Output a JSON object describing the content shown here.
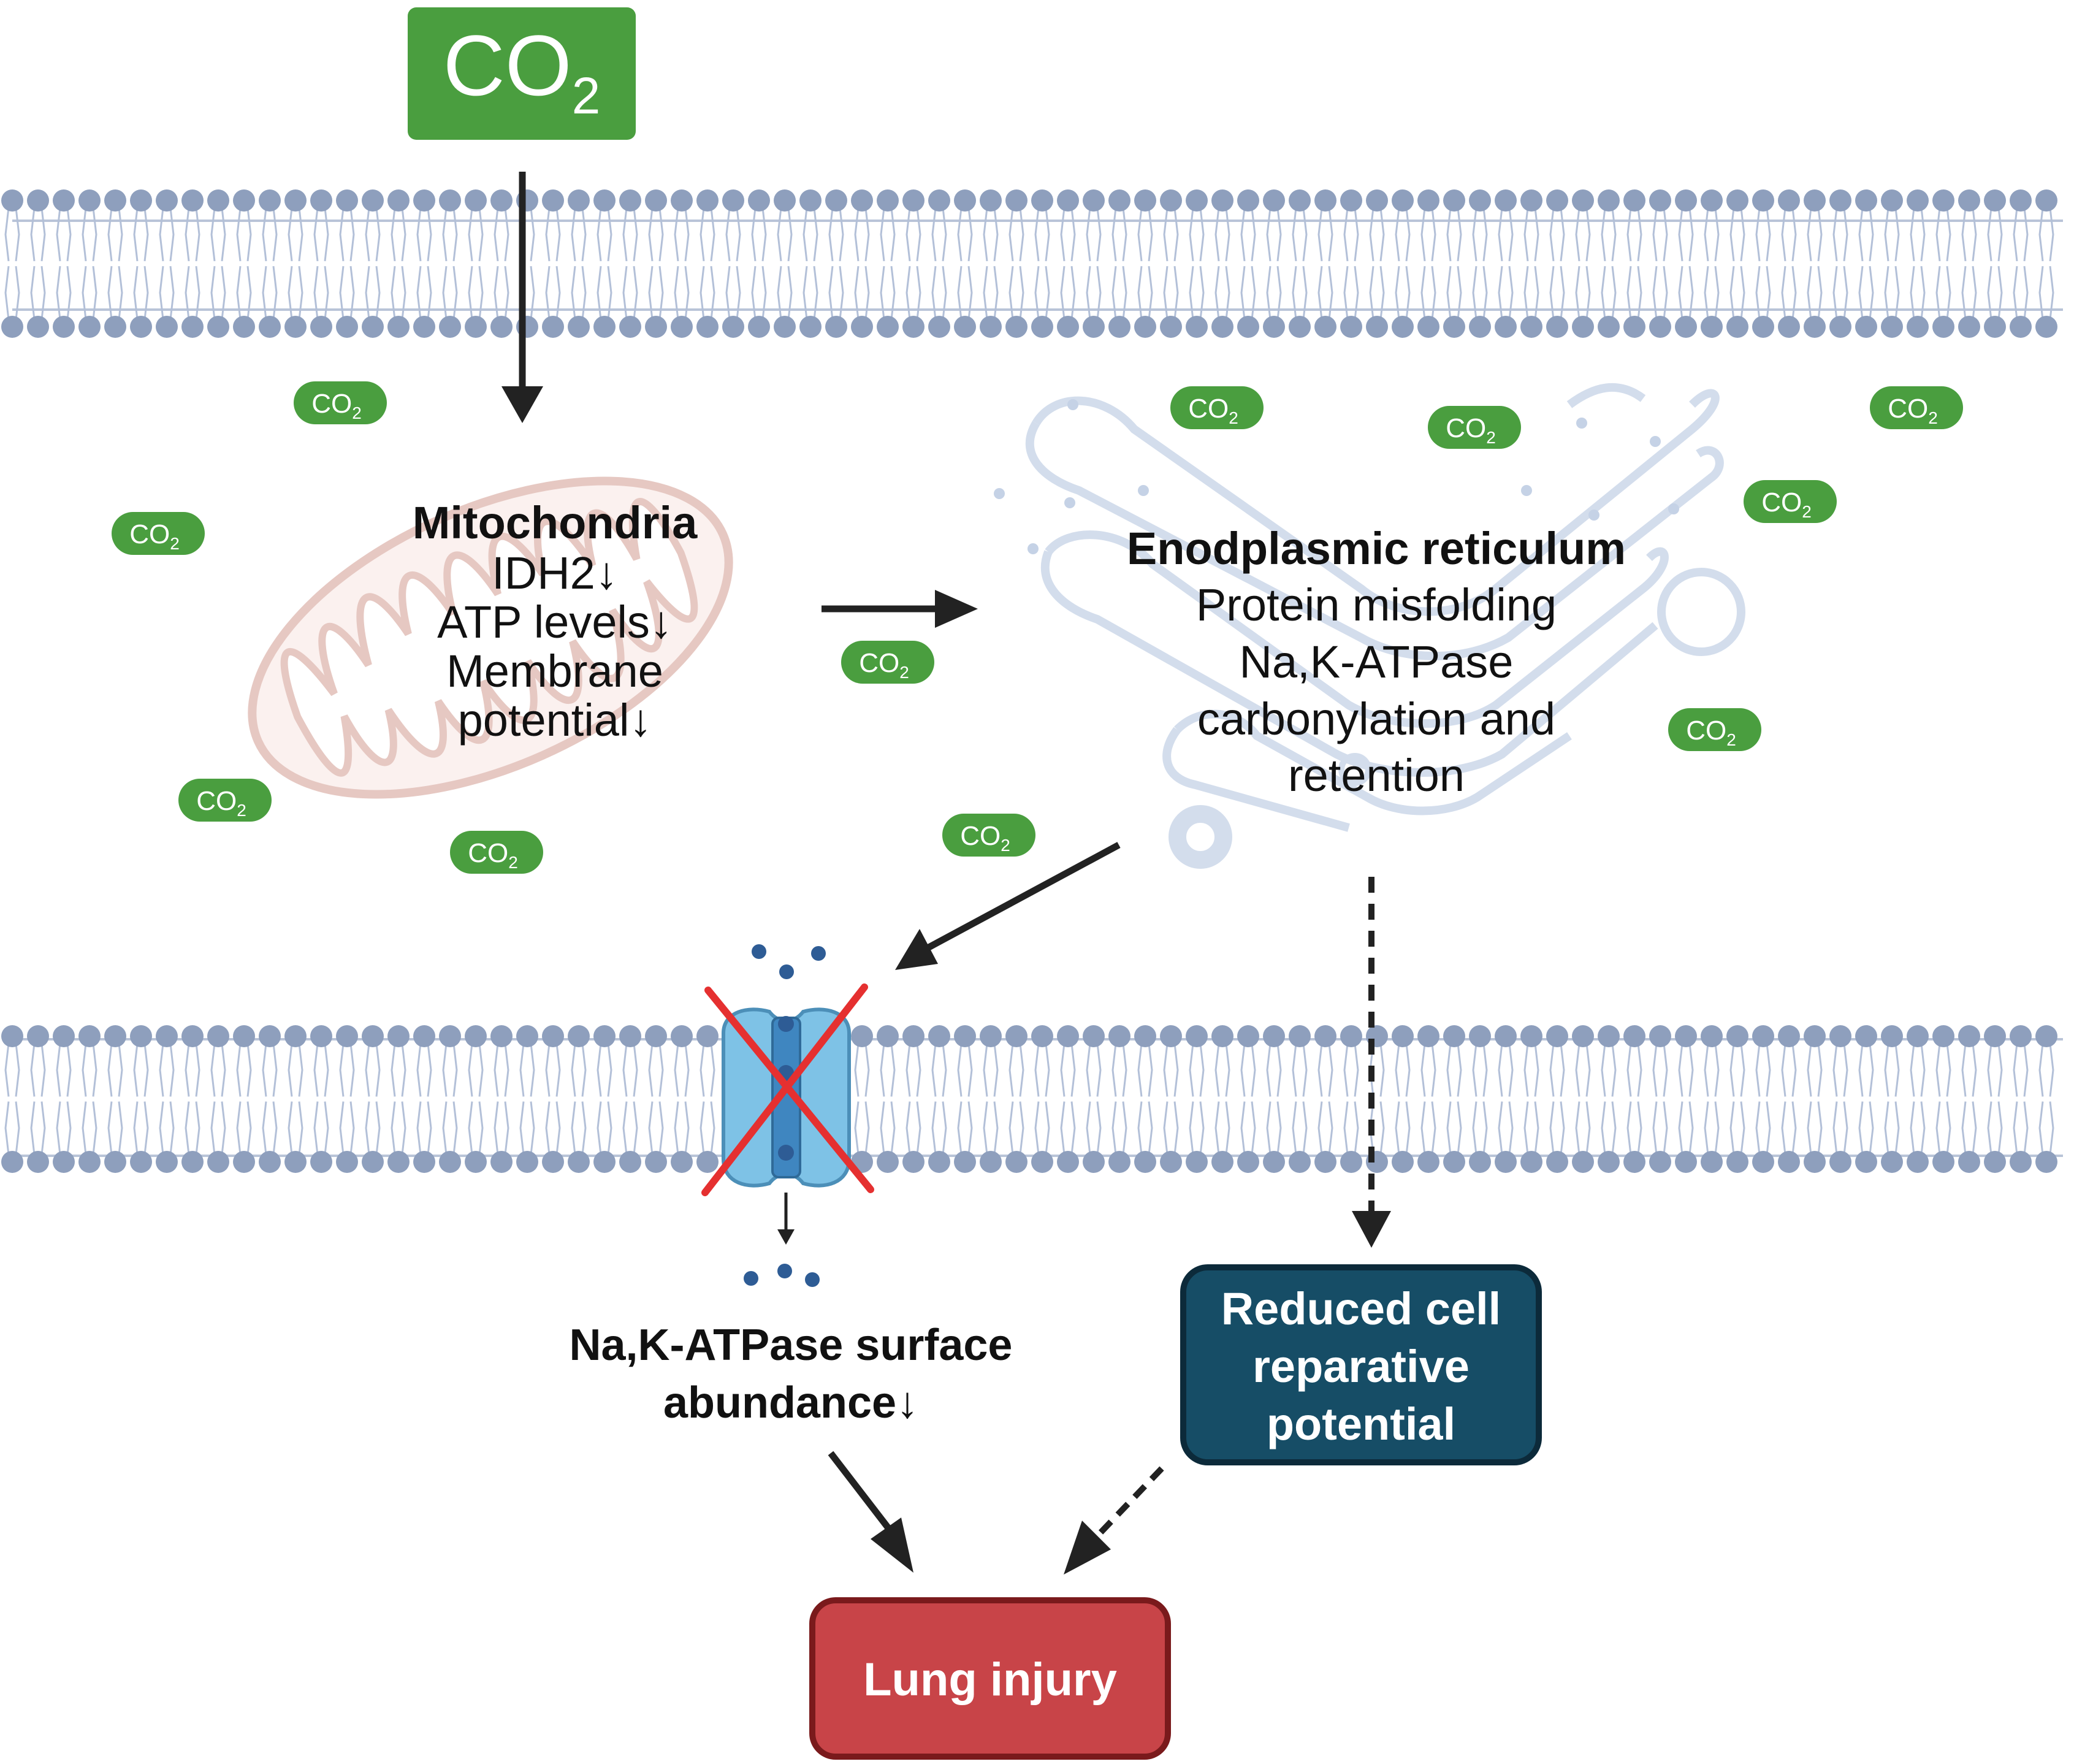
{
  "co2": {
    "main": "CO",
    "sub": "2"
  },
  "mitochondria": {
    "title": "Mitochondria",
    "lines": [
      "IDH2↓",
      "ATP levels↓",
      "Membrane",
      "potential↓"
    ]
  },
  "er": {
    "title": "Enodplasmic reticulum",
    "lines": [
      "Protein misfolding",
      "Na,K-ATPase",
      "carbonylation and",
      "retention"
    ]
  },
  "pump": {
    "caption_line1": "Na,K-ATPase surface",
    "caption_line2": "abundance↓"
  },
  "repair": {
    "lines": [
      "Reduced cell",
      "reparative",
      "potential"
    ]
  },
  "injury": {
    "label": "Lung injury"
  },
  "colors": {
    "co2_green": "#4a9e3f",
    "injury_red": "#c84448",
    "repair_navy": "#164d66",
    "membrane_blue": "#8e9fbd",
    "inhibit_red": "#e53030",
    "channel_blue": "#7ec2e6"
  },
  "icons": [
    "co2-badge",
    "lipid-bilayer",
    "mitochondrion-icon",
    "endoplasmic-reticulum-icon",
    "na-k-atpase-channel-icon",
    "inhibition-cross-icon",
    "ion-dots"
  ]
}
